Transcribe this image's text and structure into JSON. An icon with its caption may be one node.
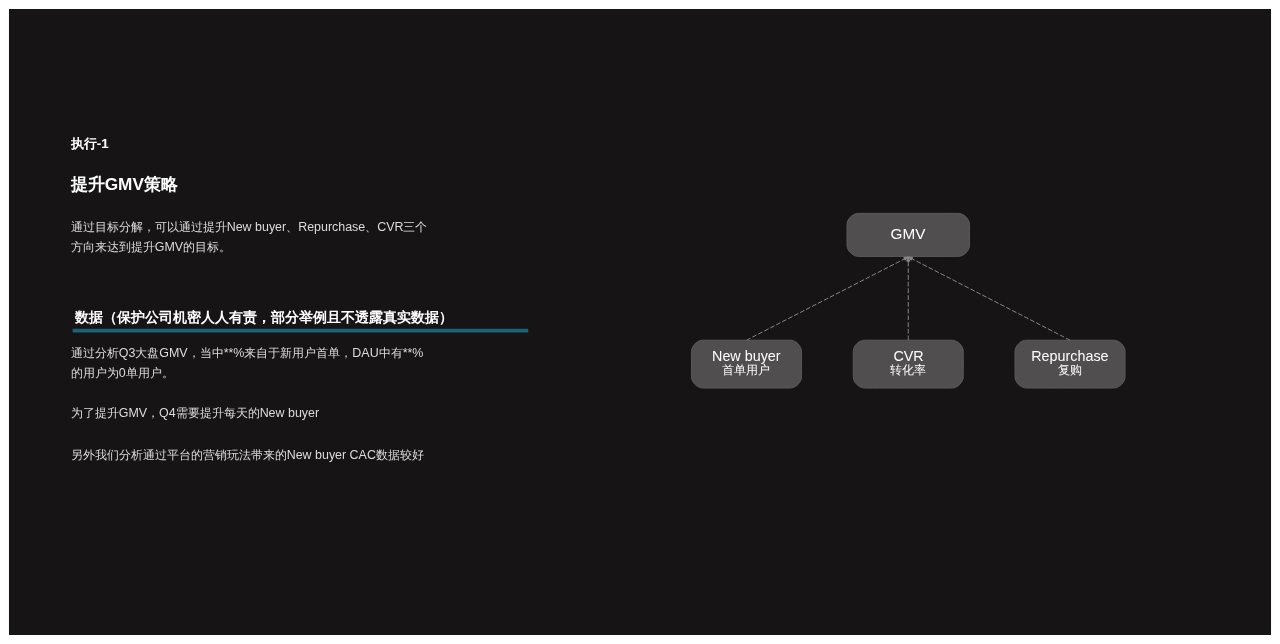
{
  "diagram": {
    "nodes": [
      {
        "text": [
          "GMV"
        ]
      },
      {
        "text": [
          "New buyer",
          "首单用户"
        ]
      },
      {
        "text": [
          "CVR",
          "转化率"
        ]
      },
      {
        "text": [
          "Repurchase",
          "复购"
        ]
      }
    ],
    "edges": [
      {
        "from": 1,
        "to": 0,
        "arrow": "to",
        "style": "dashed"
      },
      {
        "from": 2,
        "to": 0,
        "arrow": "to",
        "style": "dashed"
      },
      {
        "from": 3,
        "to": 0,
        "arrow": "to",
        "style": "dashed"
      }
    ],
    "labels": [
      "执行-1",
      "提升GMV策略",
      "通过目标分解，可以通过提升New buyer、Repurchase、CVR三个方向来达到提升GMV的目标。",
      "数据（保护公司机密人人有责，部分举例且不透露真实数据）",
      "通过分析Q3大盘GMV，当中**%来自于新用户首单，DAU中有**%的用户为0单用户。",
      "为了提升GMV，Q4需要提升每天的New buyer",
      "另外我们分析通过平台的营销玩法带来的New buyer CAC数据较好"
    ]
  }
}
